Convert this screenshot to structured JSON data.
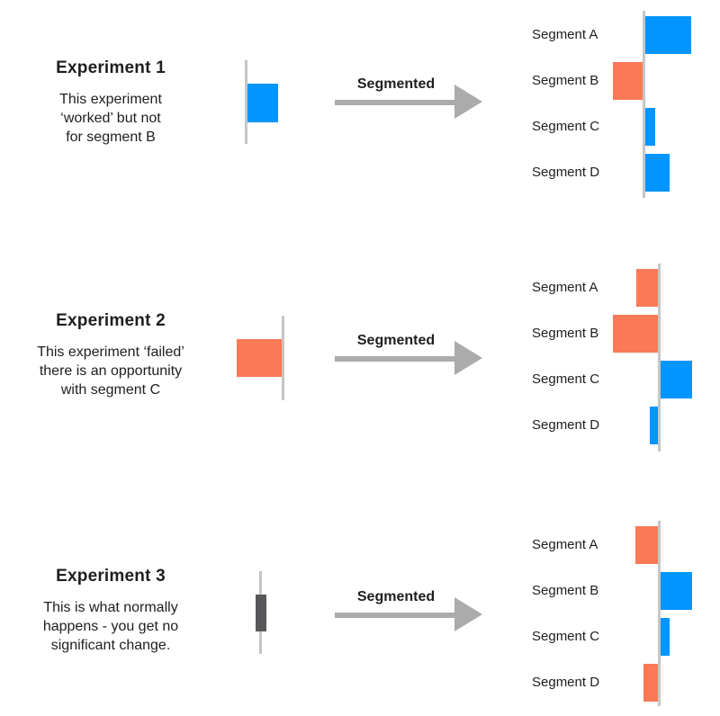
{
  "colors": {
    "blue": "#0095FF",
    "orange": "#F97A55",
    "dark_gray": "#58585A",
    "axis_gray": "#C6C6C6",
    "arrow_gray": "#ABABAB",
    "text": "#1E1E1E"
  },
  "arrow_label": "Segmented",
  "rows": [
    {
      "title": "Experiment 1",
      "description": [
        "This experiment",
        "‘worked’ but not",
        "for segment B"
      ]
    },
    {
      "title": "Experiment 2",
      "description": [
        "This experiment ‘failed’",
        "there is an opportunity",
        "with segment C"
      ]
    },
    {
      "title": "Experiment 3",
      "description": [
        "This is what normally",
        "happens - you get no",
        "significant change."
      ]
    }
  ],
  "chart_data": [
    {
      "type": "bar",
      "orientation": "horizontal",
      "baseline": 0,
      "value_range": [
        -55,
        55
      ],
      "overall": {
        "value": 34,
        "color": "blue"
      },
      "categories": [
        "Segment A",
        "Segment B",
        "Segment C",
        "Segment D"
      ],
      "values": [
        51,
        -33,
        11,
        27
      ],
      "bar_colors": [
        "blue",
        "orange",
        "blue",
        "blue"
      ]
    },
    {
      "type": "bar",
      "orientation": "horizontal",
      "baseline": 0,
      "value_range": [
        -55,
        55
      ],
      "overall": {
        "value": -50,
        "color": "orange"
      },
      "categories": [
        "Segment A",
        "Segment B",
        "Segment C",
        "Segment D"
      ],
      "values": [
        -24,
        -50,
        35,
        -9
      ],
      "bar_colors": [
        "orange",
        "orange",
        "blue",
        "blue"
      ]
    },
    {
      "type": "bar",
      "orientation": "horizontal",
      "baseline": 0,
      "value_range": [
        -55,
        55
      ],
      "overall": {
        "value": 0,
        "color": "dark_gray"
      },
      "categories": [
        "Segment A",
        "Segment B",
        "Segment C",
        "Segment D"
      ],
      "values": [
        -25,
        35,
        10,
        -16
      ],
      "bar_colors": [
        "orange",
        "blue",
        "blue",
        "orange"
      ]
    }
  ]
}
